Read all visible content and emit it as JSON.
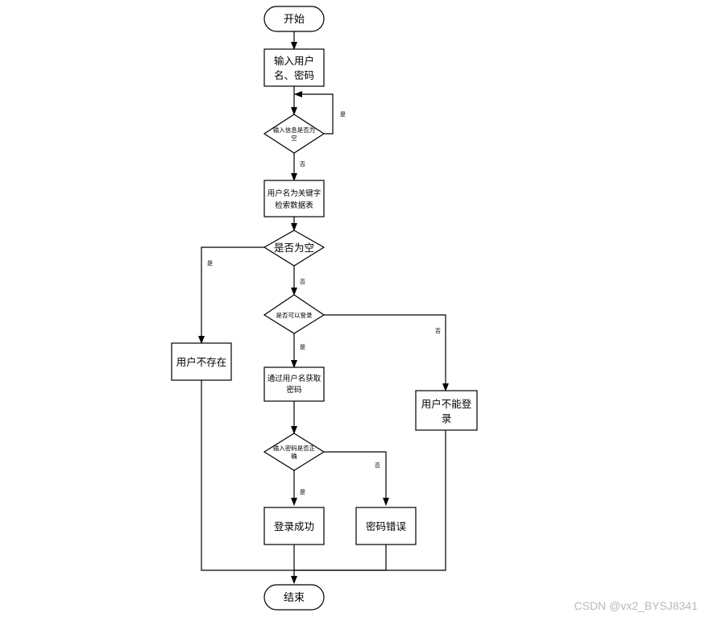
{
  "flowchart": {
    "start": "开始",
    "input": [
      "输入用户",
      "名、密码"
    ],
    "check_empty_input": [
      "输入信息是否为",
      "空"
    ],
    "search_table": [
      "用户名为关键字",
      "检索数据表"
    ],
    "is_empty": "是否为空",
    "can_login": "是否可以登录",
    "user_not_exist": "用户不存在",
    "get_password": [
      "通过用户名获取",
      "密码"
    ],
    "user_cannot_login": [
      "用户不能登",
      "录"
    ],
    "password_correct": [
      "输入密码是否正",
      "确"
    ],
    "login_success": "登录成功",
    "password_error": "密码错误",
    "end": "结束",
    "yes": "是",
    "no": "否"
  },
  "watermark": "CSDN @vx2_BYSJ8341"
}
